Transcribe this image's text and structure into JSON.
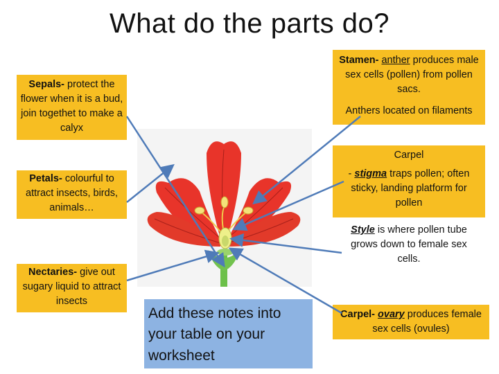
{
  "title": "What do the parts do?",
  "sepals": {
    "label": "Sepals-",
    "text": " protect the flower when it is a bud, join togethet to make a calyx"
  },
  "petals": {
    "label": "Petals-",
    "text": " colourful to attract insects, birds, animals…"
  },
  "nectaries": {
    "label": "Nectaries-",
    "text": " give out sugary liquid to attract insects"
  },
  "stamen": {
    "label": "Stamen-",
    "word": "anther",
    "text": " produces male sex cells (pollen) from pollen sacs.",
    "line2": "Anthers located on filaments"
  },
  "carpel_box": {
    "heading": "Carpel",
    "stigma_prefix": "- ",
    "stigma_word": "stigma",
    "stigma_text": " traps pollen; often sticky, landing platform for pollen",
    "style_word": "Style",
    "style_text": " is where pollen tube grows down to female sex cells."
  },
  "carpel_ovary": {
    "label": "Carpel-",
    "word": "ovary",
    "text": " produces female sex cells (ovules)"
  },
  "note": "Add these notes into your table on your worksheet",
  "colors": {
    "box": "#f7be22",
    "note_box": "#8db3e2",
    "arrow": "#4f7bb8",
    "petal": "#e8342a"
  }
}
